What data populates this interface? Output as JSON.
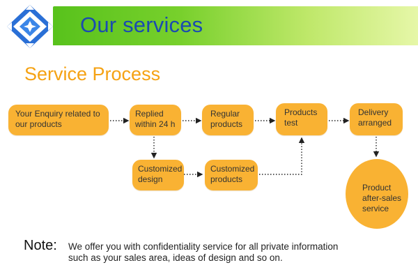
{
  "header": {
    "title": "Our services",
    "logo_icon": "blue-diamond-logo-icon"
  },
  "section": {
    "title": "Service Process"
  },
  "process": {
    "enquiry": [
      "Your Enquiry related to",
      "our products"
    ],
    "replied": [
      "Replied",
      "within 24 h"
    ],
    "regular": [
      "Regular",
      "products"
    ],
    "products_test": [
      "Products",
      "test"
    ],
    "delivery": [
      "Delivery",
      "arranged"
    ],
    "customized_design": [
      "Customized",
      "design"
    ],
    "customized_products": [
      "Customized",
      "products"
    ],
    "after_sales": [
      "Product",
      "after-sales",
      "service"
    ]
  },
  "note": {
    "label": "Note:",
    "lines": [
      "We offer you with confidentiality service for all private information",
      "such as your sales area, ideas of design and so on."
    ]
  },
  "colors": {
    "banner_green": "#6cc524",
    "title_blue": "#1a4bb0",
    "accent_orange": "#f5a213",
    "node_orange": "#f9b233"
  }
}
